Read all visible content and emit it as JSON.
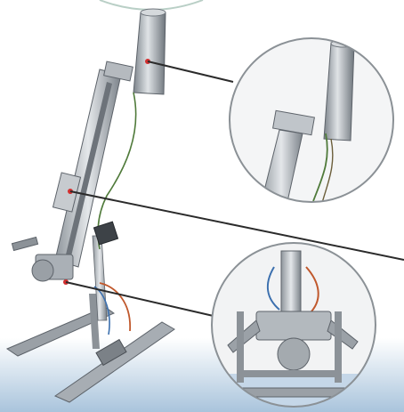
{
  "colors": {
    "background": "#ffffff",
    "base_band": "#bcd3e6",
    "metal_light": "#c7cbcf",
    "metal_mid": "#9aa0a6",
    "metal_dark": "#5d636a",
    "callout_line": "#2b2b2b",
    "marker_dot": "#d32f2f",
    "wire_green": "#4f7a3a",
    "wire_red": "#c0582c",
    "wire_blue": "#3b6fae"
  },
  "photo": {
    "subject": "mechanical-gripper-mount-photo",
    "callouts": [
      {
        "name": "callout-top-cylinder",
        "detail": "cylinder-closeup"
      },
      {
        "name": "callout-mid-bracket",
        "detail": "offscreen"
      },
      {
        "name": "callout-lower-gripper",
        "detail": "gripper-closeup"
      }
    ]
  }
}
